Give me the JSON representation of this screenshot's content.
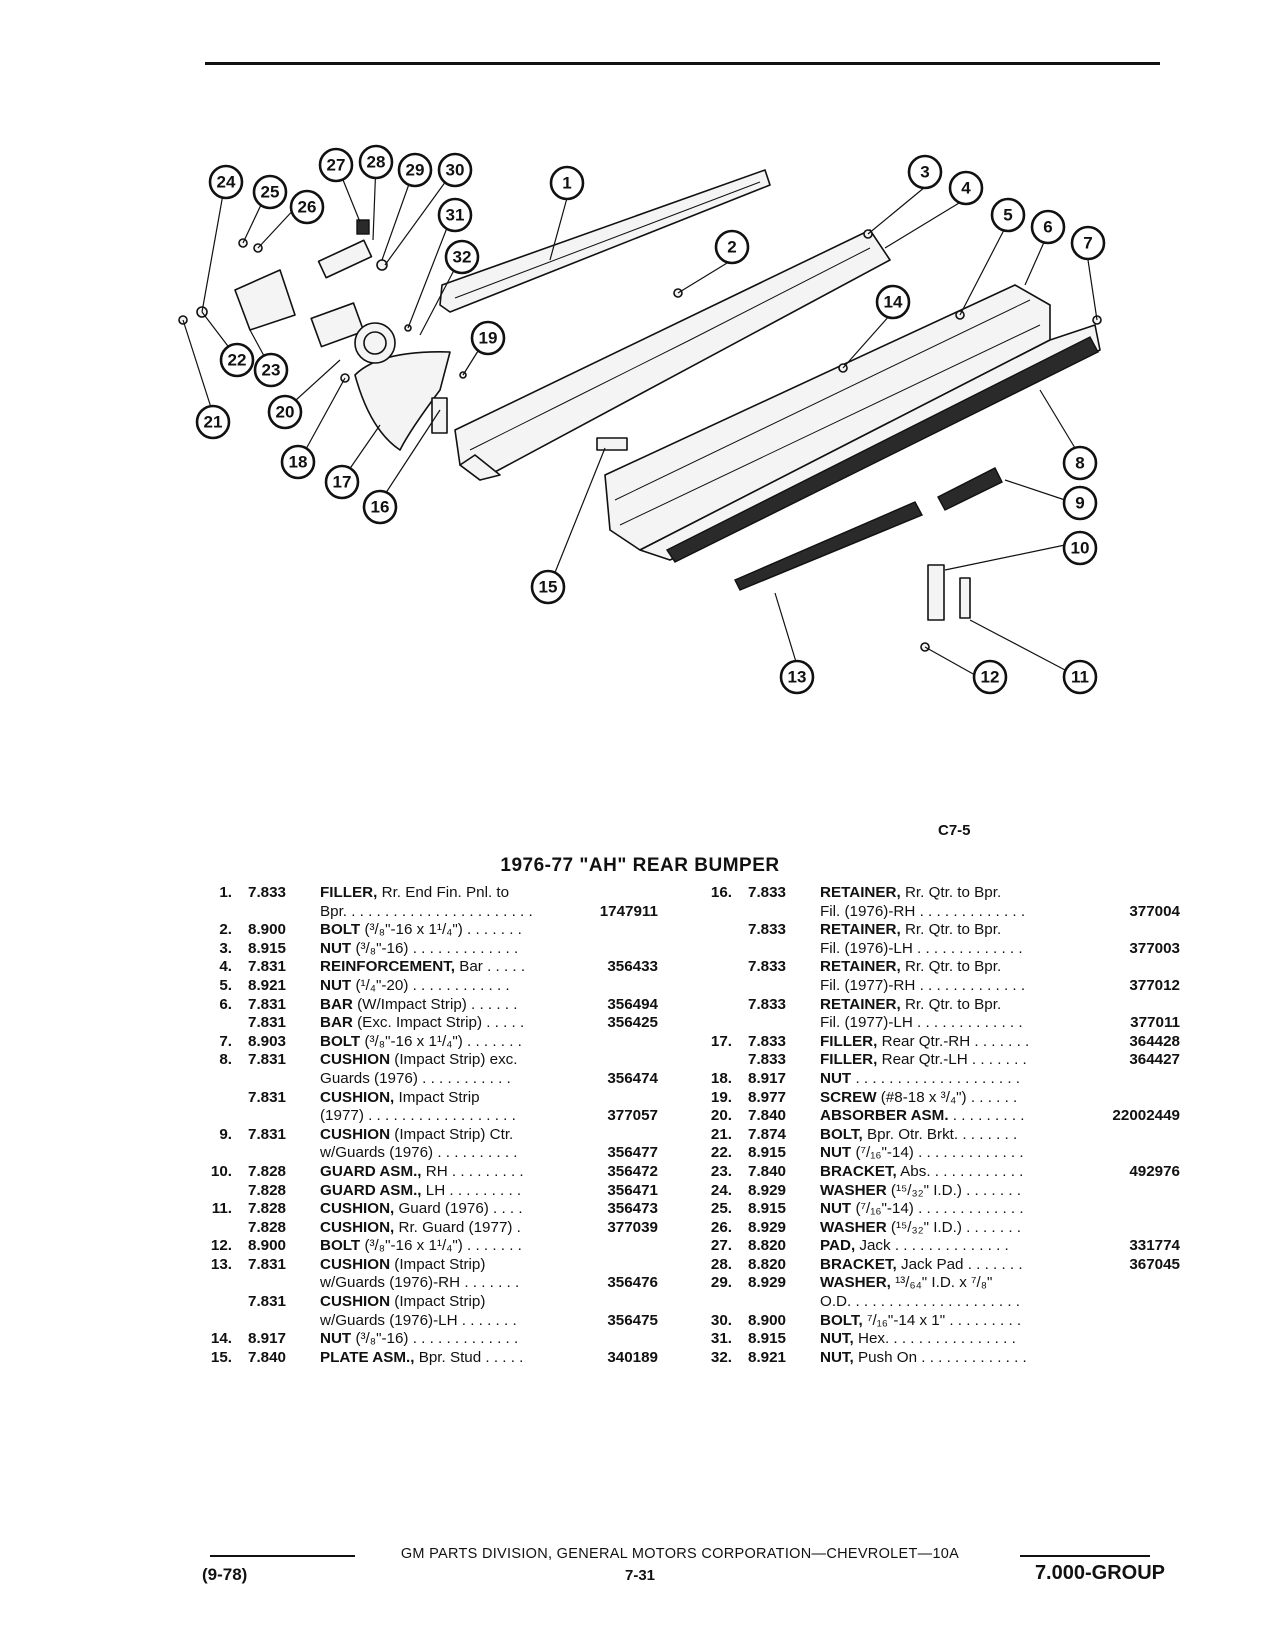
{
  "figure": {
    "code": "C7-5",
    "callouts": [
      "1",
      "2",
      "3",
      "4",
      "5",
      "6",
      "7",
      "8",
      "9",
      "10",
      "11",
      "12",
      "13",
      "14",
      "15",
      "16",
      "17",
      "18",
      "19",
      "20",
      "21",
      "22",
      "23",
      "24",
      "25",
      "26",
      "27",
      "28",
      "29",
      "30",
      "31",
      "32"
    ]
  },
  "title": "1976-77 \"AH\" REAR BUMPER",
  "left_rows": [
    {
      "num": "1.",
      "code": "7.833",
      "name": "FILLER,",
      "rest": " Rr. End Fin. Pnl. to",
      "pn": ""
    },
    {
      "num": "",
      "code": "",
      "name": "",
      "rest": "Bpr. . . . . . . . . . . . . . . . . . . . . . .",
      "pn": "1747911"
    },
    {
      "num": "2.",
      "code": "8.900",
      "name": "BOLT",
      "rest": " (³/₈\"-16 x 1¹/₄\") . . . . . . .",
      "pn": ""
    },
    {
      "num": "3.",
      "code": "8.915",
      "name": "NUT",
      "rest": " (³/₈\"-16) . . . . . . . . . . . . .",
      "pn": ""
    },
    {
      "num": "4.",
      "code": "7.831",
      "name": "REINFORCEMENT,",
      "rest": " Bar . . . . .",
      "pn": "356433"
    },
    {
      "num": "5.",
      "code": "8.921",
      "name": "NUT",
      "rest": " (¹/₄\"-20) . . . . . . . . . . . .",
      "pn": ""
    },
    {
      "num": "6.",
      "code": "7.831",
      "name": "BAR",
      "rest": " (W/Impact Strip) . . . . . .",
      "pn": "356494"
    },
    {
      "num": "",
      "code": "7.831",
      "name": "BAR",
      "rest": " (Exc. Impact Strip) . . . . .",
      "pn": "356425"
    },
    {
      "num": "7.",
      "code": "8.903",
      "name": "BOLT",
      "rest": " (³/₈\"-16 x 1¹/₄\") . . . . . . .",
      "pn": ""
    },
    {
      "num": "8.",
      "code": "7.831",
      "name": "CUSHION",
      "rest": " (Impact Strip) exc.",
      "pn": ""
    },
    {
      "num": "",
      "code": "",
      "name": "",
      "rest": "Guards (1976) . . . . . . . . . . .",
      "pn": "356474"
    },
    {
      "num": "",
      "code": "7.831",
      "name": "CUSHION,",
      "rest": " Impact Strip",
      "pn": ""
    },
    {
      "num": "",
      "code": "",
      "name": "",
      "rest": "(1977) . . . . . . . . . . . . . . . . . .",
      "pn": "377057"
    },
    {
      "num": "9.",
      "code": "7.831",
      "name": "CUSHION",
      "rest": " (Impact Strip) Ctr.",
      "pn": ""
    },
    {
      "num": "",
      "code": "",
      "name": "",
      "rest": "w/Guards (1976) . . . . . . . . . .",
      "pn": "356477"
    },
    {
      "num": "10.",
      "code": "7.828",
      "name": "GUARD ASM.,",
      "rest": " RH . . . . . . . . .",
      "pn": "356472"
    },
    {
      "num": "",
      "code": "7.828",
      "name": "GUARD ASM.,",
      "rest": " LH . . . . . . . . .",
      "pn": "356471"
    },
    {
      "num": "11.",
      "code": "7.828",
      "name": "CUSHION,",
      "rest": " Guard (1976) . . . .",
      "pn": "356473"
    },
    {
      "num": "",
      "code": "7.828",
      "name": "CUSHION,",
      "rest": " Rr. Guard (1977) .",
      "pn": "377039"
    },
    {
      "num": "12.",
      "code": "8.900",
      "name": "BOLT",
      "rest": " (³/₈\"-16 x 1¹/₄\") . . . . . . .",
      "pn": ""
    },
    {
      "num": "13.",
      "code": "7.831",
      "name": "CUSHION",
      "rest": " (Impact Strip)",
      "pn": ""
    },
    {
      "num": "",
      "code": "",
      "name": "",
      "rest": "w/Guards (1976)-RH . . . . . . .",
      "pn": "356476"
    },
    {
      "num": "",
      "code": "7.831",
      "name": "CUSHION",
      "rest": " (Impact Strip)",
      "pn": ""
    },
    {
      "num": "",
      "code": "",
      "name": "",
      "rest": "w/Guards (1976)-LH . . . . . . .",
      "pn": "356475"
    },
    {
      "num": "14.",
      "code": "8.917",
      "name": "NUT",
      "rest": " (³/₈\"-16) . . . . . . . . . . . . .",
      "pn": ""
    },
    {
      "num": "15.",
      "code": "7.840",
      "name": "PLATE ASM.,",
      "rest": " Bpr. Stud . . . . .",
      "pn": "340189"
    }
  ],
  "right_rows": [
    {
      "num": "16.",
      "code": "7.833",
      "name": "RETAINER,",
      "rest": " Rr. Qtr. to Bpr.",
      "pn": ""
    },
    {
      "num": "",
      "code": "",
      "name": "",
      "rest": "Fil. (1976)-RH . . . . . . . . . . . . .",
      "pn": "377004"
    },
    {
      "num": "",
      "code": "7.833",
      "name": "RETAINER,",
      "rest": " Rr. Qtr. to Bpr.",
      "pn": ""
    },
    {
      "num": "",
      "code": "",
      "name": "",
      "rest": "Fil. (1976)-LH . . . . . . . . . . . . .",
      "pn": "377003"
    },
    {
      "num": "",
      "code": "7.833",
      "name": "RETAINER,",
      "rest": " Rr. Qtr. to Bpr.",
      "pn": ""
    },
    {
      "num": "",
      "code": "",
      "name": "",
      "rest": "Fil. (1977)-RH . . . . . . . . . . . . .",
      "pn": "377012"
    },
    {
      "num": "",
      "code": "7.833",
      "name": "RETAINER,",
      "rest": " Rr. Qtr. to Bpr.",
      "pn": ""
    },
    {
      "num": "",
      "code": "",
      "name": "",
      "rest": "Fil. (1977)-LH . . . . . . . . . . . . .",
      "pn": "377011"
    },
    {
      "num": "17.",
      "code": "7.833",
      "name": "FILLER,",
      "rest": " Rear Qtr.-RH . . . . . . .",
      "pn": "364428"
    },
    {
      "num": "",
      "code": "7.833",
      "name": "FILLER,",
      "rest": " Rear Qtr.-LH . . . . . . .",
      "pn": "364427"
    },
    {
      "num": "18.",
      "code": "8.917",
      "name": "NUT",
      "rest": " . . . . . . . . . . . . . . . . . . . .",
      "pn": ""
    },
    {
      "num": "19.",
      "code": "8.977",
      "name": "SCREW",
      "rest": " (#8-18 x ³/₄\") . . . . . .",
      "pn": ""
    },
    {
      "num": "20.",
      "code": "7.840",
      "name": "ABSORBER ASM.",
      "rest": " . . . . . . . . .",
      "pn": "22002449"
    },
    {
      "num": "21.",
      "code": "7.874",
      "name": "BOLT,",
      "rest": " Bpr. Otr. Brkt. . . . . . . .",
      "pn": ""
    },
    {
      "num": "22.",
      "code": "8.915",
      "name": "NUT",
      "rest": " (⁷/₁₆\"-14) . . . . . . . . . . . . .",
      "pn": ""
    },
    {
      "num": "23.",
      "code": "7.840",
      "name": "BRACKET,",
      "rest": " Abs. . . . . . . . . . . .",
      "pn": "492976"
    },
    {
      "num": "24.",
      "code": "8.929",
      "name": "WASHER",
      "rest": " (¹⁵/₃₂\" I.D.) . . . . . . .",
      "pn": ""
    },
    {
      "num": "25.",
      "code": "8.915",
      "name": "NUT",
      "rest": " (⁷/₁₆\"-14) . . . . . . . . . . . . .",
      "pn": ""
    },
    {
      "num": "26.",
      "code": "8.929",
      "name": "WASHER",
      "rest": " (¹⁵/₃₂\" I.D.) . . . . . . .",
      "pn": ""
    },
    {
      "num": "27.",
      "code": "8.820",
      "name": "PAD,",
      "rest": " Jack . . . . . . . . . . . . . .",
      "pn": "331774"
    },
    {
      "num": "28.",
      "code": "8.820",
      "name": "BRACKET,",
      "rest": " Jack Pad . . . . . . .",
      "pn": "367045"
    },
    {
      "num": "29.",
      "code": "8.929",
      "name": "WASHER,",
      "rest": " ¹³/₆₄\" I.D. x ⁷/₈\"",
      "pn": ""
    },
    {
      "num": "",
      "code": "",
      "name": "",
      "rest": "O.D. . . . . . . . . . . . . . . . . . . . .",
      "pn": ""
    },
    {
      "num": "30.",
      "code": "8.900",
      "name": "BOLT,",
      "rest": " ⁷/₁₆\"-14 x 1\" . . . . . . . . .",
      "pn": ""
    },
    {
      "num": "31.",
      "code": "8.915",
      "name": "NUT,",
      "rest": " Hex. . . . . . . . . . . . . . . .",
      "pn": ""
    },
    {
      "num": "32.",
      "code": "8.921",
      "name": "NUT,",
      "rest": " Push On . . . . . . . . . . . . .",
      "pn": ""
    }
  ],
  "footer": {
    "line": "GM PARTS DIVISION, GENERAL MOTORS CORPORATION—CHEVROLET—10A",
    "date": "(9-78)",
    "page": "7-31",
    "group": "7.000-GROUP"
  }
}
